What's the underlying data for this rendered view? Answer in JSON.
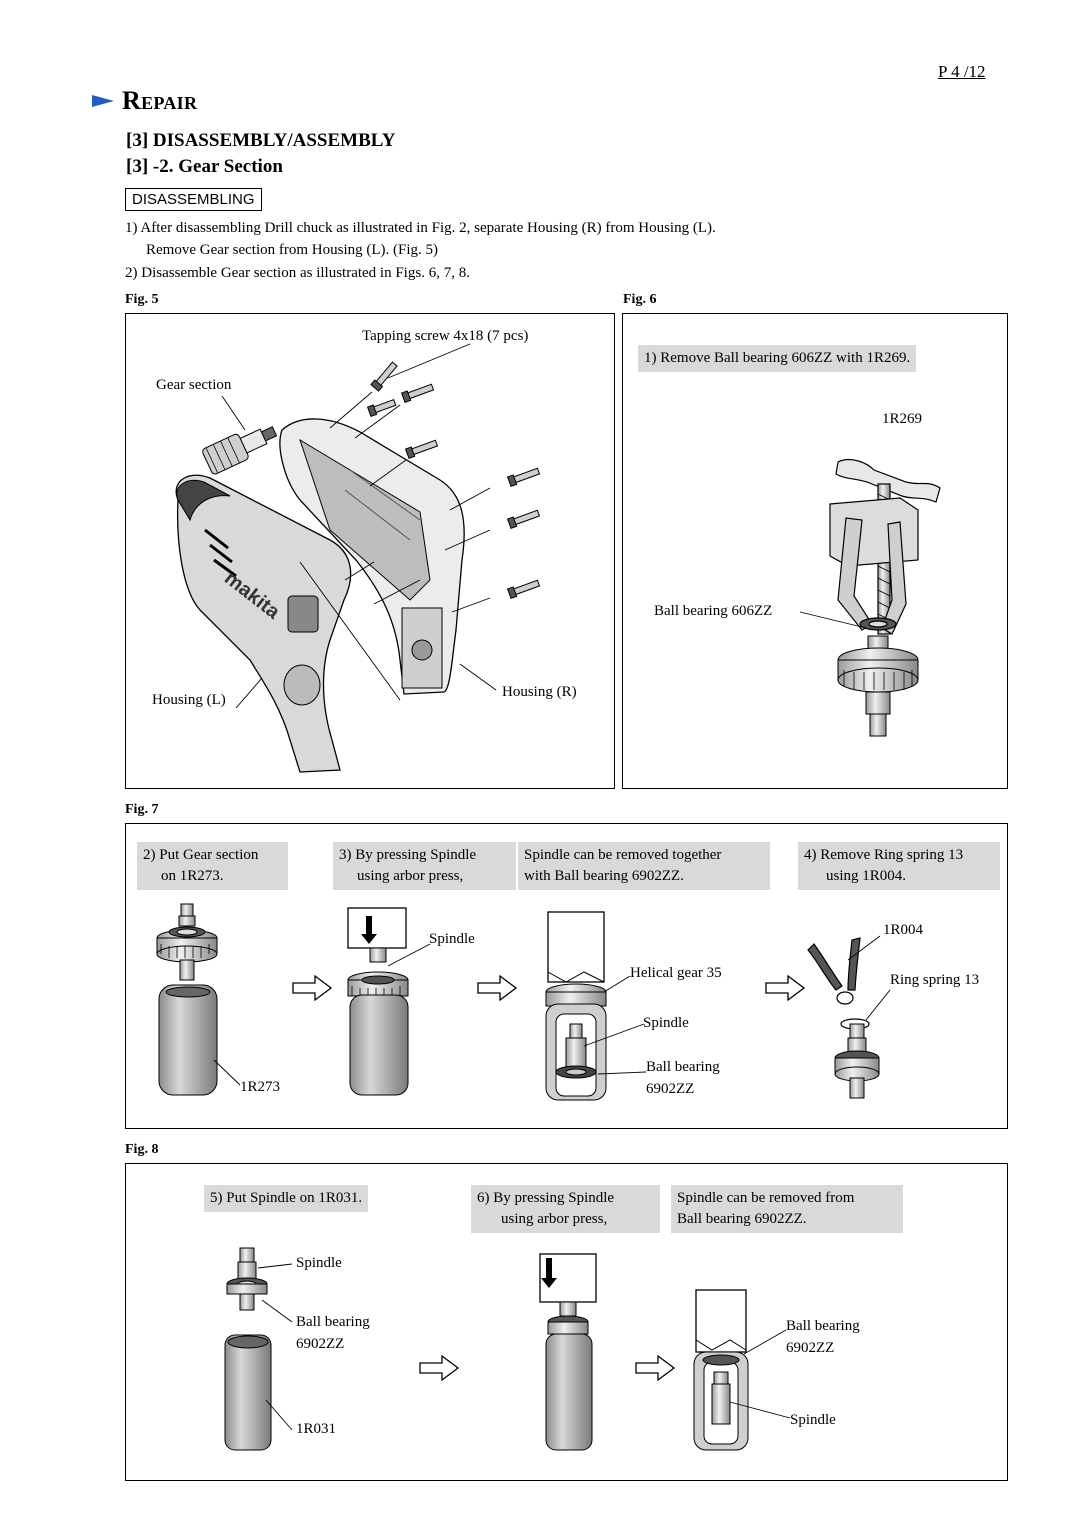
{
  "page": "P 4 /12",
  "section": {
    "repair": "Repair",
    "title": "[3] DISASSEMBLY/ASSEMBLY",
    "subtitle": "[3] -2. Gear Section",
    "box_label": "DISASSEMBLING"
  },
  "instructions": {
    "line1": "1) After disassembling Drill chuck as illustrated in Fig. 2, separate Housing (R) from Housing (L).",
    "line2": "Remove Gear section from Housing (L). (Fig. 5)",
    "line3": "2) Disassemble Gear section as illustrated in Figs. 6, 7, 8."
  },
  "fig5": {
    "label": "Fig. 5",
    "tapping_screw": "Tapping screw 4x18 (7 pcs)",
    "gear_section": "Gear section",
    "housing_l": "Housing (L)",
    "housing_r": "Housing (R)"
  },
  "fig6": {
    "label": "Fig. 6",
    "step1": "1) Remove Ball bearing 606ZZ with 1R269.",
    "tool": "1R269",
    "bearing": "Ball bearing 606ZZ"
  },
  "fig7": {
    "label": "Fig. 7",
    "step2_a": "2) Put Gear section",
    "step2_b": "on 1R273.",
    "step3_a": "3) By pressing Spindle",
    "step3_b": "using arbor press,",
    "step3c_a": "Spindle can be removed together",
    "step3c_b": "with Ball bearing 6902ZZ.",
    "step4_a": "4) Remove Ring spring 13",
    "step4_b": "using 1R004.",
    "spindle": "Spindle",
    "helical": "Helical gear 35",
    "spindle2": "Spindle",
    "ball_a": "Ball bearing",
    "ball_b": "6902ZZ",
    "tool_1r273": "1R273",
    "tool_1r004": "1R004",
    "ring_spring": "Ring spring 13"
  },
  "fig8": {
    "label": "Fig. 8",
    "step5": "5) Put Spindle on 1R031.",
    "step6_a": "6) By pressing Spindle",
    "step6_b": "using arbor press,",
    "step6c_a": "Spindle can be removed from",
    "step6c_b": "Ball bearing 6902ZZ.",
    "spindle": "Spindle",
    "ball_a": "Ball bearing",
    "ball_b": "6902ZZ",
    "tool_1r031": "1R031",
    "ball2_a": "Ball bearing",
    "ball2_b": "6902ZZ",
    "spindle2": "Spindle"
  }
}
